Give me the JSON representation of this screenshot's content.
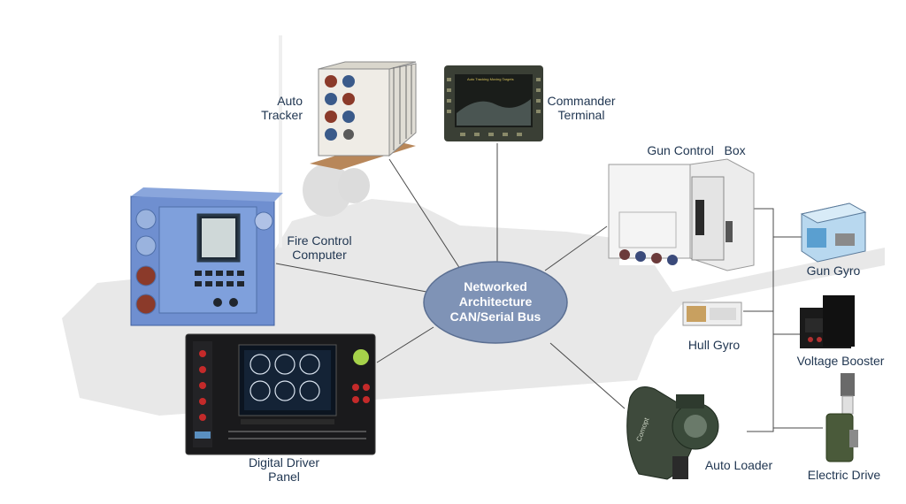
{
  "hub": {
    "line1": "Networked",
    "line2": "Architecture",
    "line3": "CAN/Serial Bus"
  },
  "components": {
    "auto_tracker": {
      "line1": "Auto",
      "line2": "Tracker"
    },
    "commander_terminal": {
      "line1": "Commander",
      "line2": "Terminal",
      "screen_text": "Auto Tracking Moving Targets"
    },
    "gun_control_box": {
      "label": "Gun Control   Box"
    },
    "fire_control_computer": {
      "line1": "Fire Control",
      "line2": "Computer"
    },
    "gun_gyro": {
      "label": "Gun Gyro"
    },
    "hull_gyro": {
      "label": "Hull Gyro"
    },
    "voltage_booster": {
      "label": "Voltage Booster"
    },
    "digital_driver_panel": {
      "line1": "Digital Driver",
      "line2": "Panel"
    },
    "auto_loader": {
      "label": "Auto Loader",
      "brand": "Comopt"
    },
    "electric_drive": {
      "label": "Electric Drive"
    }
  },
  "colors": {
    "hub_fill": "#7f93b6",
    "hub_stroke": "#5b6f92",
    "connector": "#4a4a4a",
    "label_text": "#1f3550",
    "tank_silhouette": "#e6e6e6"
  }
}
